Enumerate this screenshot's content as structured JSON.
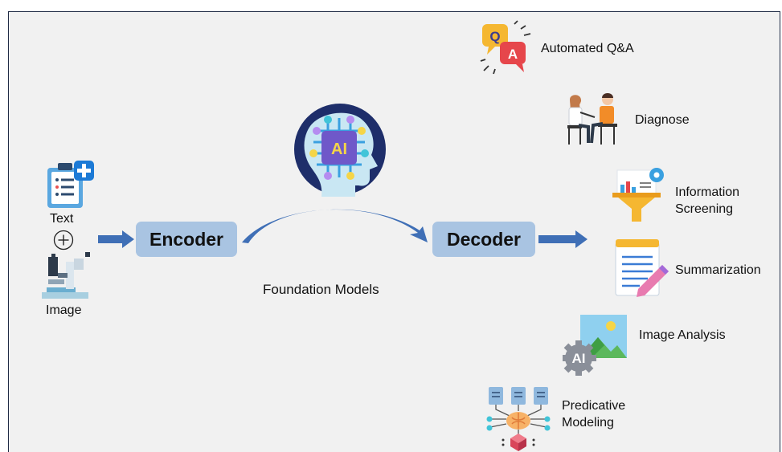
{
  "input": {
    "text_label": "Text",
    "image_label": "Image"
  },
  "encoder_label": "Encoder",
  "decoder_label": "Decoder",
  "center_icon_text": "AI",
  "foundation_label": "Foundation Models",
  "outputs": [
    {
      "label": "Automated Q&A",
      "icon": "qa-bubbles-icon"
    },
    {
      "label": "Diagnose",
      "icon": "doctor-patient-icon"
    },
    {
      "label": "Information\nScreening",
      "icon": "funnel-chart-icon"
    },
    {
      "label": "Summarization",
      "icon": "document-pen-icon"
    },
    {
      "label": "Image Analysis",
      "icon": "image-ai-icon"
    },
    {
      "label": "Predicative\nModeling",
      "icon": "neural-network-icon"
    }
  ],
  "qa_letters": {
    "q": "Q",
    "a": "A"
  },
  "image_ai_text": "AI",
  "colors": {
    "box": "#a9c4e2",
    "arrow": "#3f6fb6",
    "background": "#f1f1f1",
    "border": "#1f2a44"
  }
}
